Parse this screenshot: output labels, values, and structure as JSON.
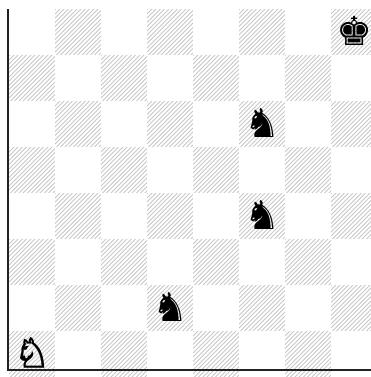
{
  "board": {
    "size": 8,
    "light_color": "#ffffff",
    "dark_color": "#c9c9c9",
    "dark_pattern": "diagonal-hatch",
    "pieces": [
      {
        "name": "black-king",
        "symbol": "♚",
        "color": "black",
        "file": 7,
        "rank": 0
      },
      {
        "name": "black-knight-1",
        "symbol": "♞",
        "color": "black",
        "file": 5,
        "rank": 2
      },
      {
        "name": "black-knight-2",
        "symbol": "♞",
        "color": "black",
        "file": 5,
        "rank": 4
      },
      {
        "name": "black-knight-3",
        "symbol": "♞",
        "color": "black",
        "file": 3,
        "rank": 6
      },
      {
        "name": "white-knight",
        "symbol": "♘",
        "color": "white",
        "file": 0,
        "rank": 7
      }
    ]
  }
}
